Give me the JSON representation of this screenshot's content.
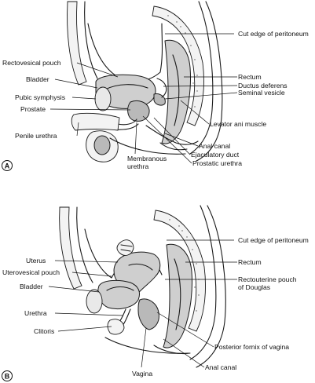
{
  "figure": {
    "panels": [
      {
        "id": "A",
        "labels_left": [
          "Rectovesical pouch",
          "Bladder",
          "Pubic symphysis",
          "Prostate",
          "Penile urethra"
        ],
        "labels_right": [
          "Cut edge of peritoneum",
          "Rectum",
          "Ductus deferens",
          "Seminal vesicle",
          "Levator ani muscle",
          "Anal canal",
          "Ejaculatory duct",
          "Prostatic urethra"
        ],
        "labels_bottom": [
          "Membranous",
          "urethra"
        ]
      },
      {
        "id": "B",
        "labels_left": [
          "Uterus",
          "Uterovesical pouch",
          "Bladder",
          "Urethra",
          "Clitoris"
        ],
        "labels_right": [
          "Cut edge of peritoneum",
          "Rectum",
          "Rectouterine pouch",
          "of Douglas",
          "Posterior fornix of vagina",
          "Anal canal"
        ],
        "labels_bottom": [
          "Vagina"
        ]
      }
    ],
    "colors": {
      "line": "#1a1a1a",
      "organ": "#cfcfcf",
      "organ_dark": "#b9b9b9",
      "wall": "#f3f3f3"
    }
  }
}
